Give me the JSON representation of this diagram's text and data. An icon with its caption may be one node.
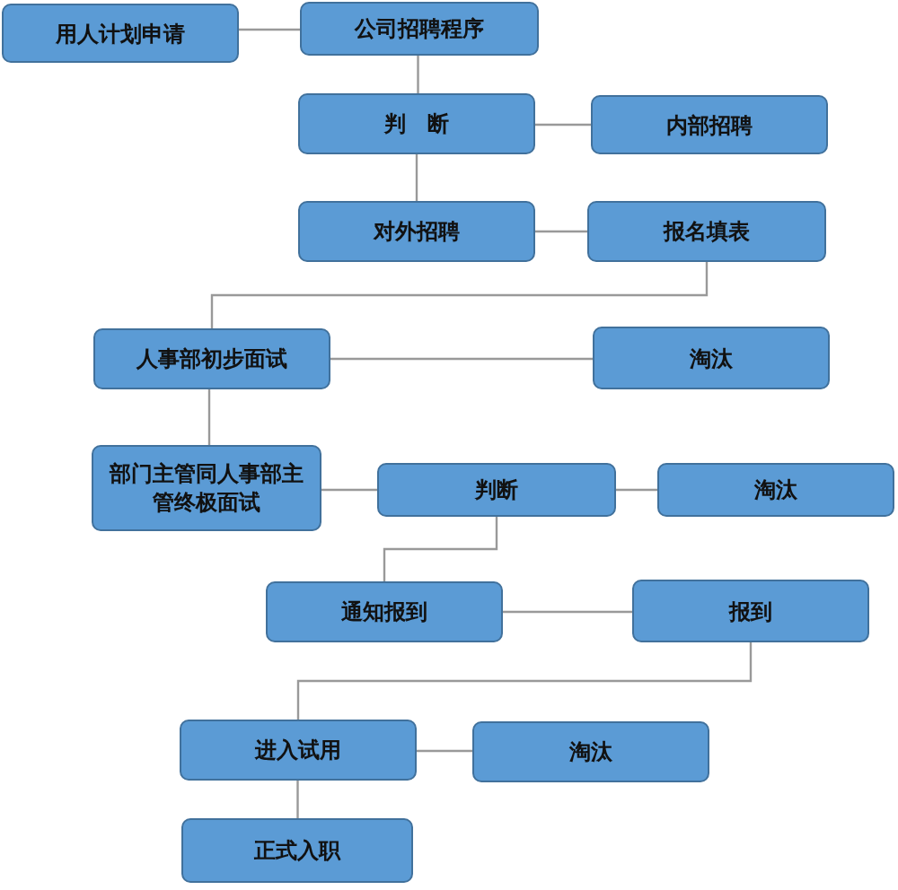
{
  "diagram": {
    "nodes": [
      {
        "text": [
          "用人计划申请"
        ]
      },
      {
        "text": [
          "公司招聘程序"
        ]
      },
      {
        "text": [
          "判　断"
        ]
      },
      {
        "text": [
          "内部招聘"
        ]
      },
      {
        "text": [
          "对外招聘"
        ]
      },
      {
        "text": [
          "报名填表"
        ]
      },
      {
        "text": [
          "人事部初步面试"
        ]
      },
      {
        "text": [
          "淘汰"
        ]
      },
      {
        "text": [
          "部门主管同人事部主管终极面试"
        ]
      },
      {
        "text": [
          "判断"
        ]
      },
      {
        "text": [
          "淘汰"
        ]
      },
      {
        "text": [
          "通知报到"
        ]
      },
      {
        "text": [
          "报到"
        ]
      },
      {
        "text": [
          "进入试用"
        ]
      },
      {
        "text": [
          "淘汰"
        ]
      },
      {
        "text": [
          "正式入职"
        ]
      }
    ],
    "edges": [
      {
        "from": 0,
        "to": 1,
        "arrow": "none"
      },
      {
        "from": 1,
        "to": 2,
        "arrow": "none"
      },
      {
        "from": 2,
        "to": 3,
        "arrow": "none"
      },
      {
        "from": 2,
        "to": 4,
        "arrow": "none"
      },
      {
        "from": 4,
        "to": 5,
        "arrow": "none"
      },
      {
        "from": 5,
        "to": 6,
        "arrow": "none"
      },
      {
        "from": 6,
        "to": 7,
        "arrow": "none"
      },
      {
        "from": 6,
        "to": 8,
        "arrow": "none"
      },
      {
        "from": 8,
        "to": 9,
        "arrow": "none"
      },
      {
        "from": 9,
        "to": 10,
        "arrow": "none"
      },
      {
        "from": 9,
        "to": 11,
        "arrow": "none"
      },
      {
        "from": 11,
        "to": 12,
        "arrow": "none"
      },
      {
        "from": 12,
        "to": 13,
        "arrow": "none"
      },
      {
        "from": 13,
        "to": 14,
        "arrow": "none"
      },
      {
        "from": 13,
        "to": 15,
        "arrow": "none"
      }
    ]
  }
}
